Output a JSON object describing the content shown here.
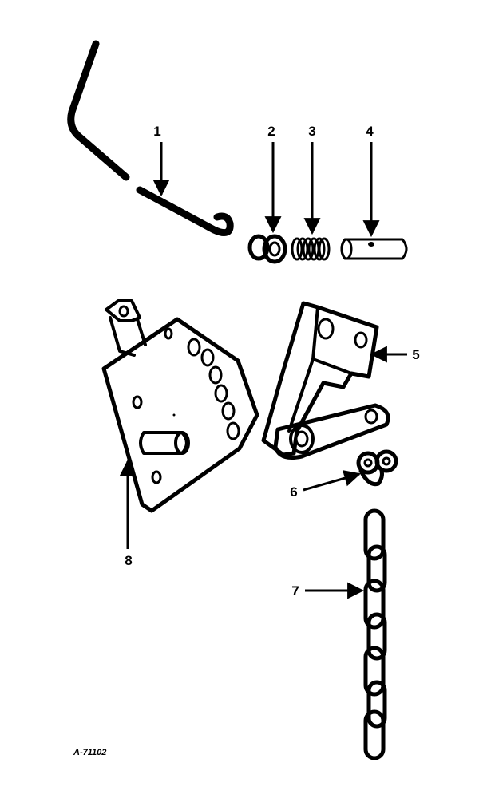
{
  "callouts": {
    "c1": "1",
    "c2": "2",
    "c3": "3",
    "c4": "4",
    "c5": "5",
    "c6": "6",
    "c7": "7",
    "c8": "8"
  },
  "reference_code": "A-71102",
  "colors": {
    "ink": "#000000",
    "paper": "#ffffff"
  }
}
